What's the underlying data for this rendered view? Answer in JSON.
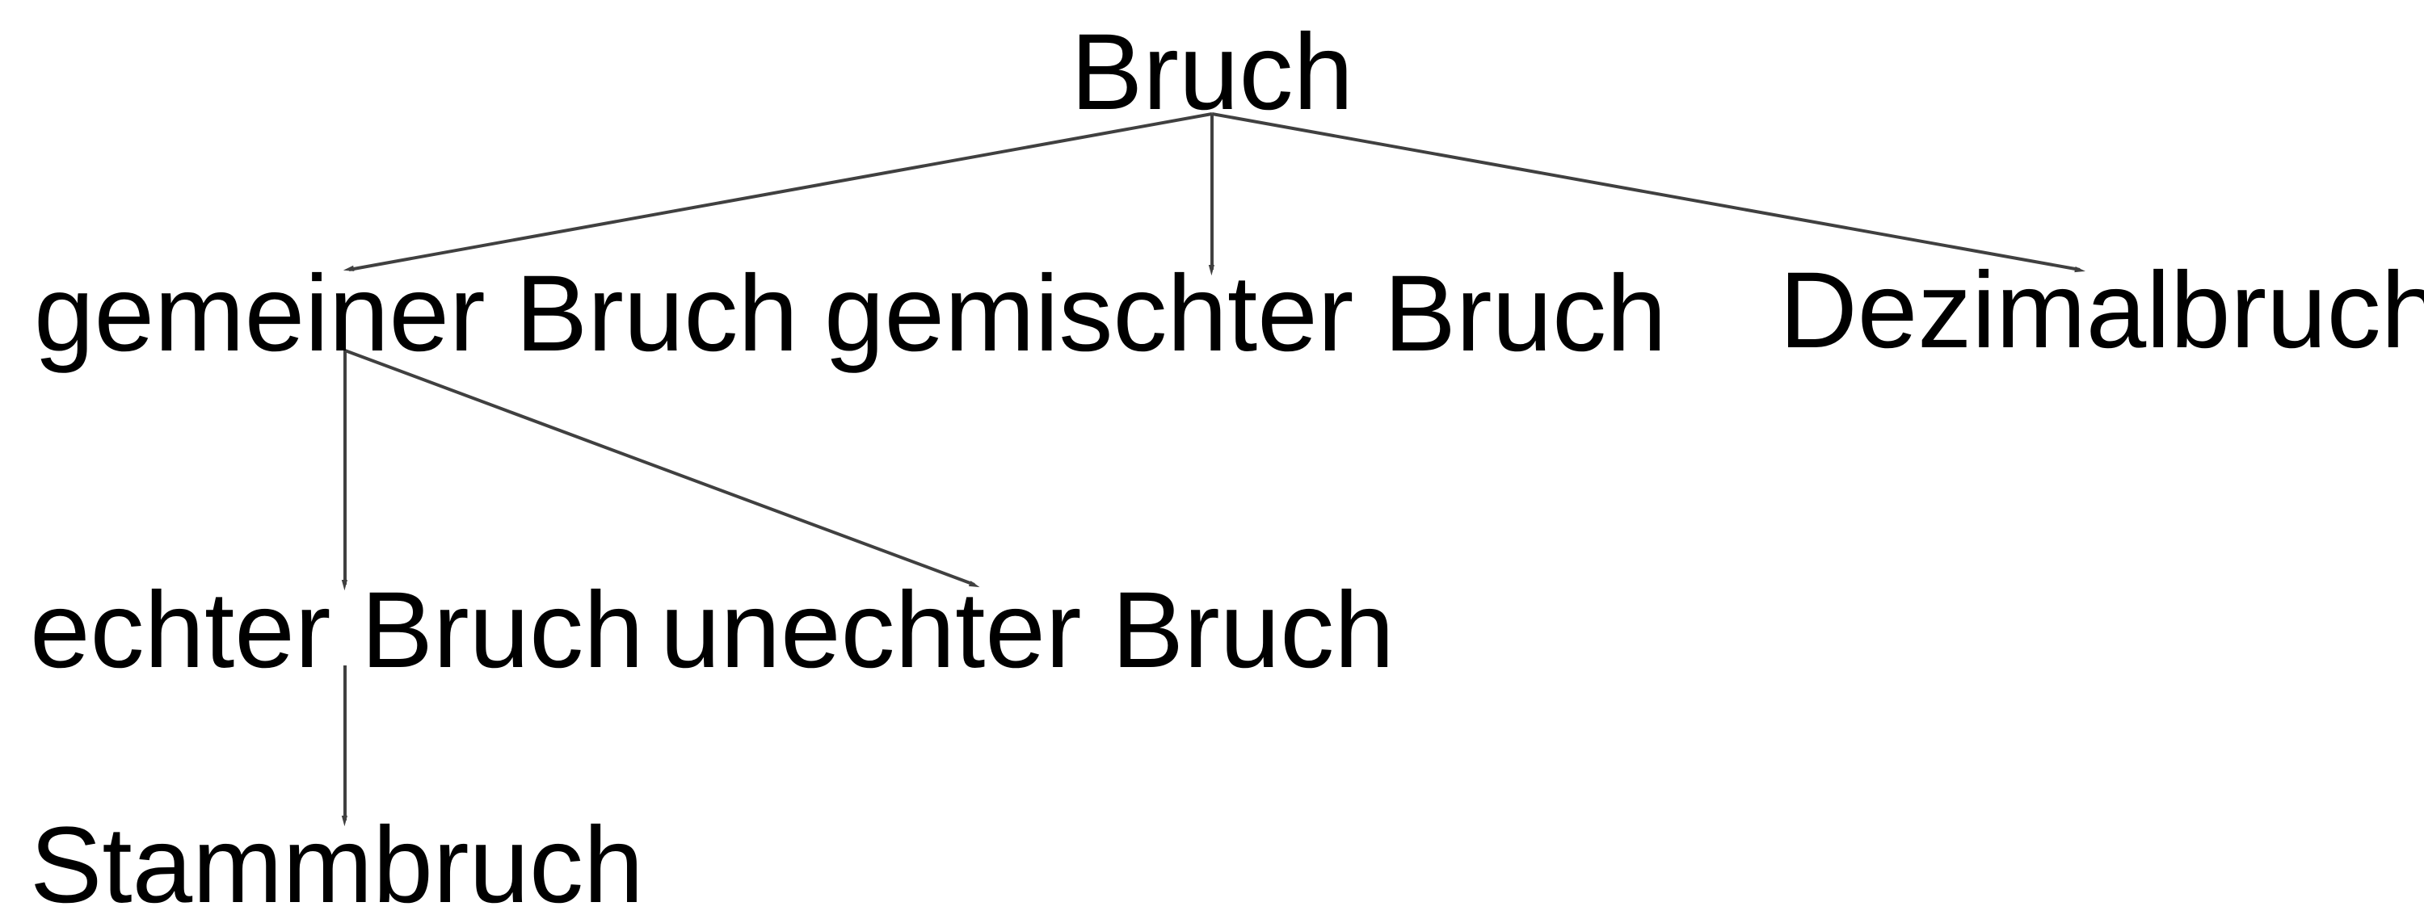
{
  "diagram": {
    "nodes": {
      "bruch": "Bruch",
      "gemeiner_bruch": "gemeiner Bruch",
      "gemischter_bruch": "gemischter Bruch",
      "dezimalbruch": "Dezimalbruch",
      "echter_bruch": "echter Bruch",
      "unechter_bruch": "unechter Bruch",
      "stammbruch": "Stammbruch"
    },
    "edges": [
      {
        "from": "bruch",
        "to": "gemeiner_bruch"
      },
      {
        "from": "bruch",
        "to": "gemischter_bruch"
      },
      {
        "from": "bruch",
        "to": "dezimalbruch"
      },
      {
        "from": "gemeiner_bruch",
        "to": "echter_bruch"
      },
      {
        "from": "gemeiner_bruch",
        "to": "unechter_bruch"
      },
      {
        "from": "echter_bruch",
        "to": "stammbruch"
      }
    ],
    "colors": {
      "edge": "#404040",
      "text": "#000000",
      "background": "#ffffff"
    }
  }
}
